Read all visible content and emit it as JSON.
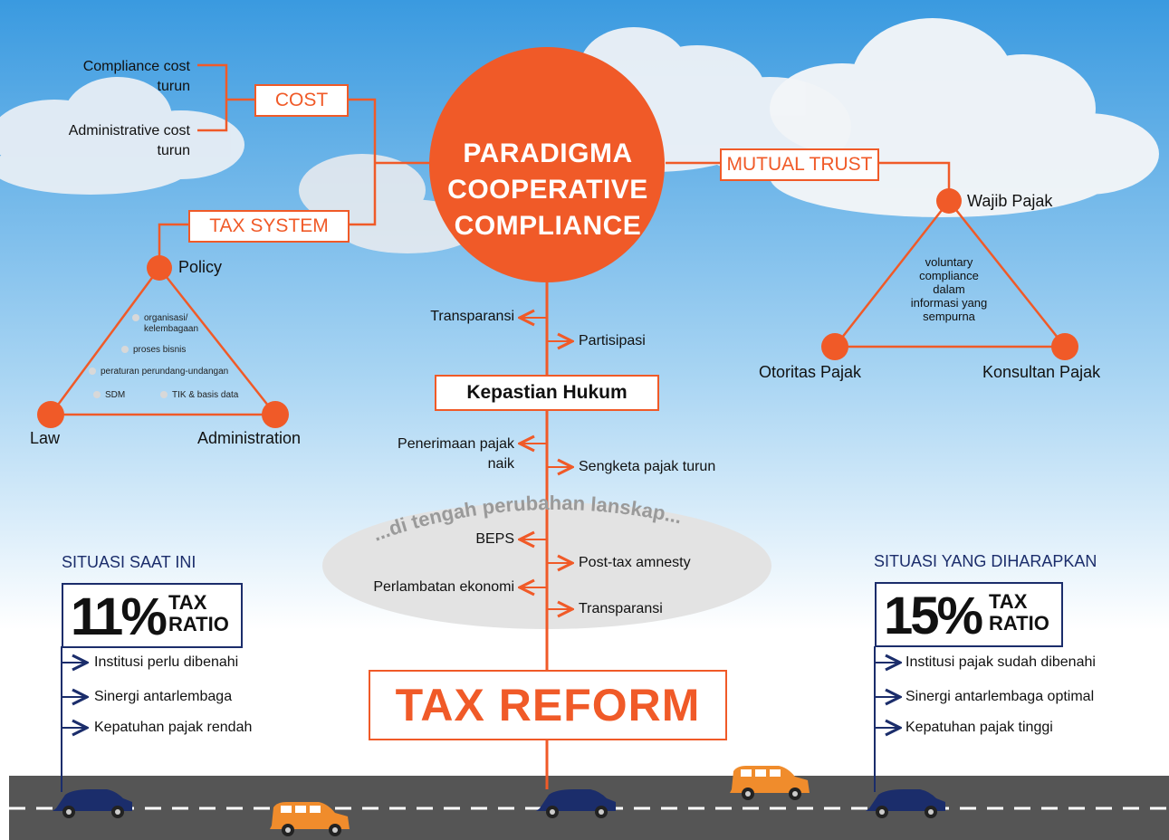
{
  "colors": {
    "accent": "#f05a28",
    "navy": "#1b2d6b",
    "sky_top": "#3a9ae0",
    "road": "#555555"
  },
  "title_lines": [
    "PARADIGMA",
    "COOPERATIVE",
    "COMPLIANCE"
  ],
  "cost": {
    "label": "COST",
    "items": [
      {
        "line1": "Compliance cost",
        "line2": "turun"
      },
      {
        "line1": "Administrative cost",
        "line2": "turun"
      }
    ]
  },
  "tax_system": {
    "label": "TAX SYSTEM",
    "vertices": {
      "top": "Policy",
      "left": "Law",
      "right": "Administration"
    },
    "inner": [
      "organisasi/",
      "kelembagaan",
      "proses bisnis",
      "peraturan perundang-undangan",
      "SDM",
      "TIK & basis data"
    ]
  },
  "mutual_trust": {
    "label": "MUTUAL TRUST",
    "vertices": {
      "top": "Wajib Pajak",
      "left": "Otoritas Pajak",
      "right": "Konsultan Pajak"
    },
    "inner": [
      "voluntary",
      "compliance",
      "dalam",
      "informasi yang",
      "sempurna"
    ]
  },
  "spine": {
    "transparansi": "Transparansi",
    "partisipasi": "Partisipasi",
    "kepastian": "Kepastian Hukum",
    "penerimaan": [
      "Penerimaan pajak",
      "naik"
    ],
    "sengketa": "Sengketa pajak turun",
    "landscape": "...di tengah perubahan lanskap...",
    "beps": "BEPS",
    "post_tax": "Post-tax amnesty",
    "perlambatan": "Perlambatan ekonomi",
    "transparansi2": "Transparansi",
    "reform": "TAX REFORM"
  },
  "current": {
    "heading": "SITUASI SAAT INI",
    "percent": "11%",
    "ratio1": "TAX",
    "ratio2": "RATIO",
    "items": [
      "Institusi perlu dibenahi",
      "Sinergi antarlembaga",
      "Kepatuhan pajak rendah"
    ]
  },
  "expected": {
    "heading": "SITUASI YANG DIHARAPKAN",
    "percent": "15%",
    "ratio1": "TAX",
    "ratio2": "RATIO",
    "items": [
      "Institusi pajak sudah dibenahi",
      "Sinergi antarlembaga optimal",
      "Kepatuhan pajak tinggi"
    ]
  }
}
